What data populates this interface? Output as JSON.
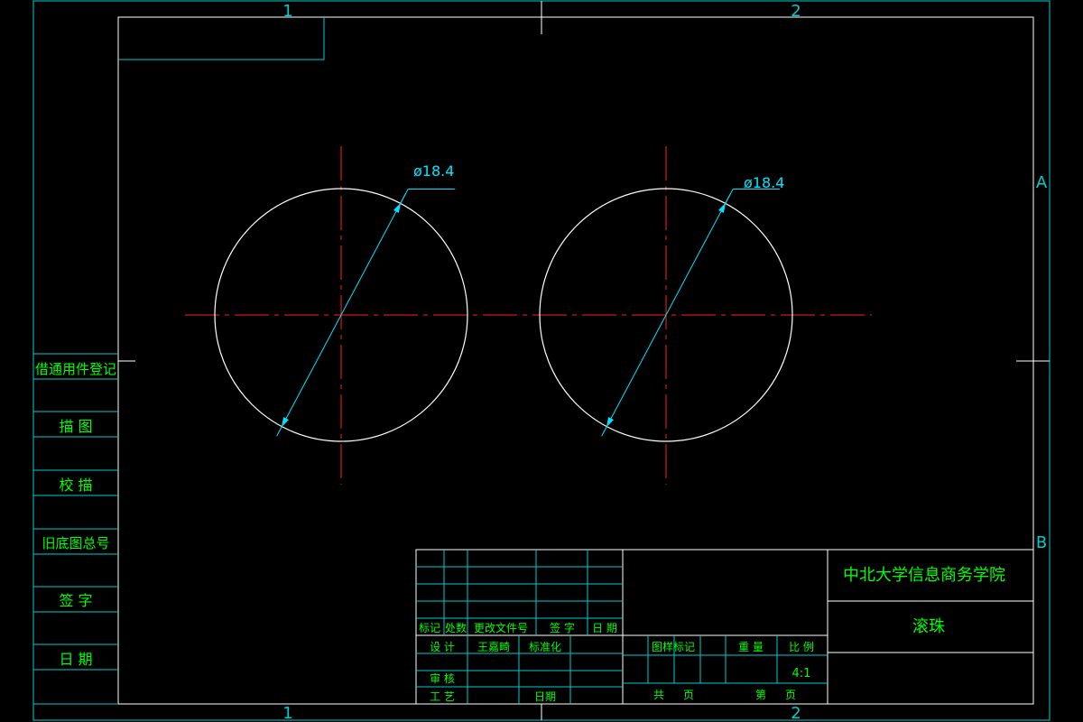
{
  "colors": {
    "background": "#000000",
    "frame": "#00cccc",
    "text": "#00ff00",
    "outline": "#ffffff",
    "centerline": "#ff2020",
    "dimension": "#00e5ff",
    "zone_label": "#00cccc"
  },
  "zones": {
    "top": [
      "1",
      "2"
    ],
    "bottom": [
      "1",
      "2"
    ],
    "right": [
      "A",
      "B"
    ]
  },
  "part_view": {
    "diameter_labels": [
      "ø18.4",
      "ø18.4"
    ]
  },
  "side_table": {
    "rows": [
      "借通用件登记",
      "描 图",
      "校 描",
      "旧底图总号",
      "签 字",
      "日 期"
    ]
  },
  "title_block": {
    "revision_headers": [
      "标记",
      "处数",
      "更改文件号",
      "签 字",
      "日 期"
    ],
    "design_label": "设 计",
    "designer_name": "王嘉畸",
    "standardization_label": "标准化",
    "review_label": "审 核",
    "process_label": "工 艺",
    "date_label": "日期",
    "drawing_mark_label": "图样标记",
    "weight_label": "重 量",
    "scale_label": "比 例",
    "scale_value": "4:1",
    "total_label": "共",
    "sheet_unit_label": "页",
    "index_label": "第",
    "index_unit_label": "页",
    "organization": "中北大学信息商务学院",
    "part_name": "滚珠"
  }
}
